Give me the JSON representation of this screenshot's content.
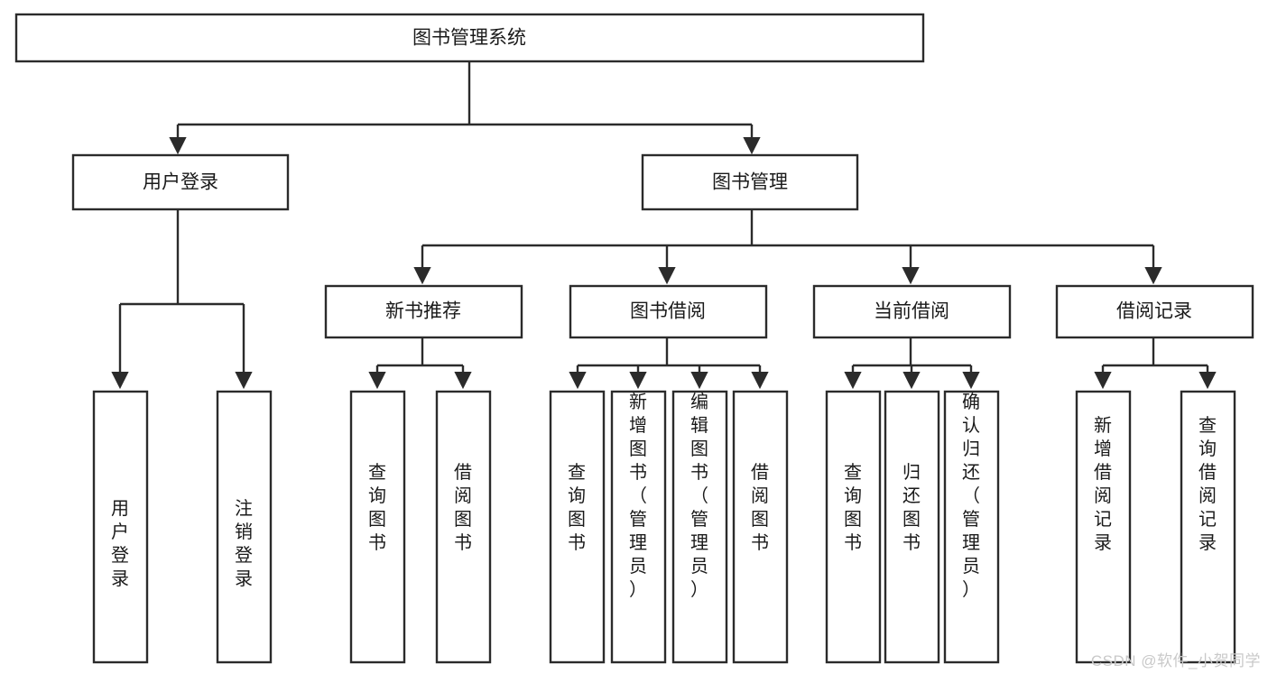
{
  "diagram": {
    "type": "tree",
    "title": "图书管理系统",
    "orientation": "top-down",
    "background_color": "#ffffff",
    "line_color": "#2b2b2b",
    "text_color": "#1a1a1a",
    "box_fill": "#ffffff"
  },
  "root": {
    "label": "图书管理系统"
  },
  "level2": [
    {
      "label": "用户登录"
    },
    {
      "label": "图书管理"
    }
  ],
  "level3": [
    {
      "label": "新书推荐"
    },
    {
      "label": "图书借阅"
    },
    {
      "label": "当前借阅"
    },
    {
      "label": "借阅记录"
    }
  ],
  "leaves": {
    "user_login": [
      {
        "label": "用户登录"
      },
      {
        "label": "注销登录"
      }
    ],
    "new_book_recommend": [
      {
        "label": "查询图书"
      },
      {
        "label": "借阅图书"
      }
    ],
    "book_borrow": [
      {
        "label": "查询图书"
      },
      {
        "label": "新增图书（管理员）"
      },
      {
        "label": "编辑图书（管理员）"
      },
      {
        "label": "借阅图书"
      }
    ],
    "current_borrow": [
      {
        "label": "查询图书"
      },
      {
        "label": "归还图书"
      },
      {
        "label": "确认归还（管理员）"
      }
    ],
    "borrow_record": [
      {
        "label": "新增借阅记录"
      },
      {
        "label": "查询借阅记录"
      }
    ]
  },
  "watermark": {
    "text": "CSDN @软件_小贺同学"
  }
}
